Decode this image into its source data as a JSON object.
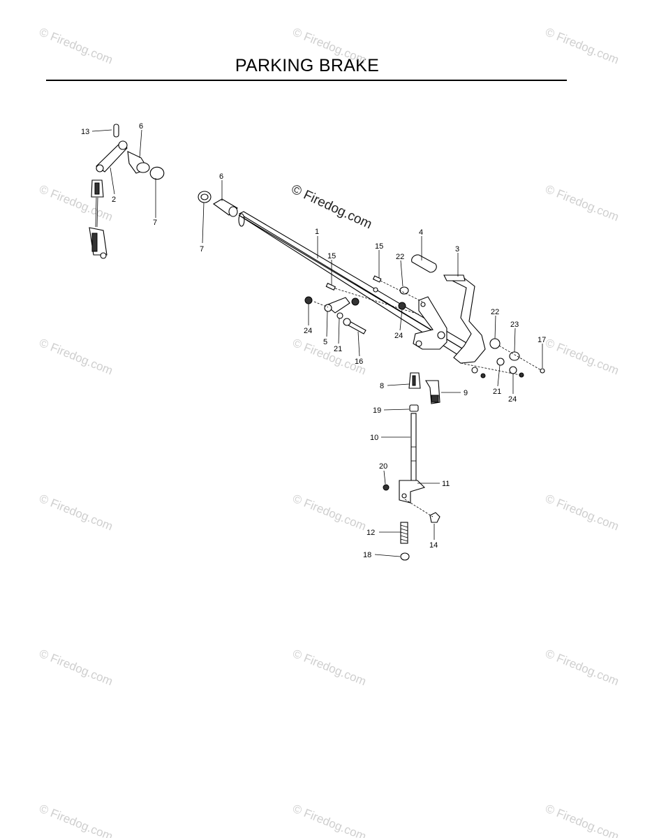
{
  "title": "PARKING BRAKE",
  "watermark": "© Firedog.com",
  "callouts": [
    {
      "id": "c13a",
      "text": "13"
    },
    {
      "id": "c6a",
      "text": "6"
    },
    {
      "id": "c2",
      "text": "2"
    },
    {
      "id": "c7a",
      "text": "7"
    },
    {
      "id": "c6b",
      "text": "6"
    },
    {
      "id": "c7b",
      "text": "7"
    },
    {
      "id": "c1",
      "text": "1"
    },
    {
      "id": "c15a",
      "text": "15"
    },
    {
      "id": "c15b",
      "text": "15"
    },
    {
      "id": "c4",
      "text": "4"
    },
    {
      "id": "c3",
      "text": "3"
    },
    {
      "id": "c22a",
      "text": "22"
    },
    {
      "id": "c24a",
      "text": "24"
    },
    {
      "id": "c5",
      "text": "5"
    },
    {
      "id": "c21a",
      "text": "21"
    },
    {
      "id": "c16",
      "text": "16"
    },
    {
      "id": "c24b",
      "text": "24"
    },
    {
      "id": "c22b",
      "text": "22"
    },
    {
      "id": "c23",
      "text": "23"
    },
    {
      "id": "c17",
      "text": "17"
    },
    {
      "id": "c21b",
      "text": "21"
    },
    {
      "id": "c24c",
      "text": "24"
    },
    {
      "id": "c8",
      "text": "8"
    },
    {
      "id": "c9",
      "text": "9"
    },
    {
      "id": "c19",
      "text": "19"
    },
    {
      "id": "c10",
      "text": "10"
    },
    {
      "id": "c20",
      "text": "20"
    },
    {
      "id": "c11",
      "text": "11"
    },
    {
      "id": "c12",
      "text": "12"
    },
    {
      "id": "c14",
      "text": "14"
    },
    {
      "id": "c18",
      "text": "18"
    }
  ]
}
